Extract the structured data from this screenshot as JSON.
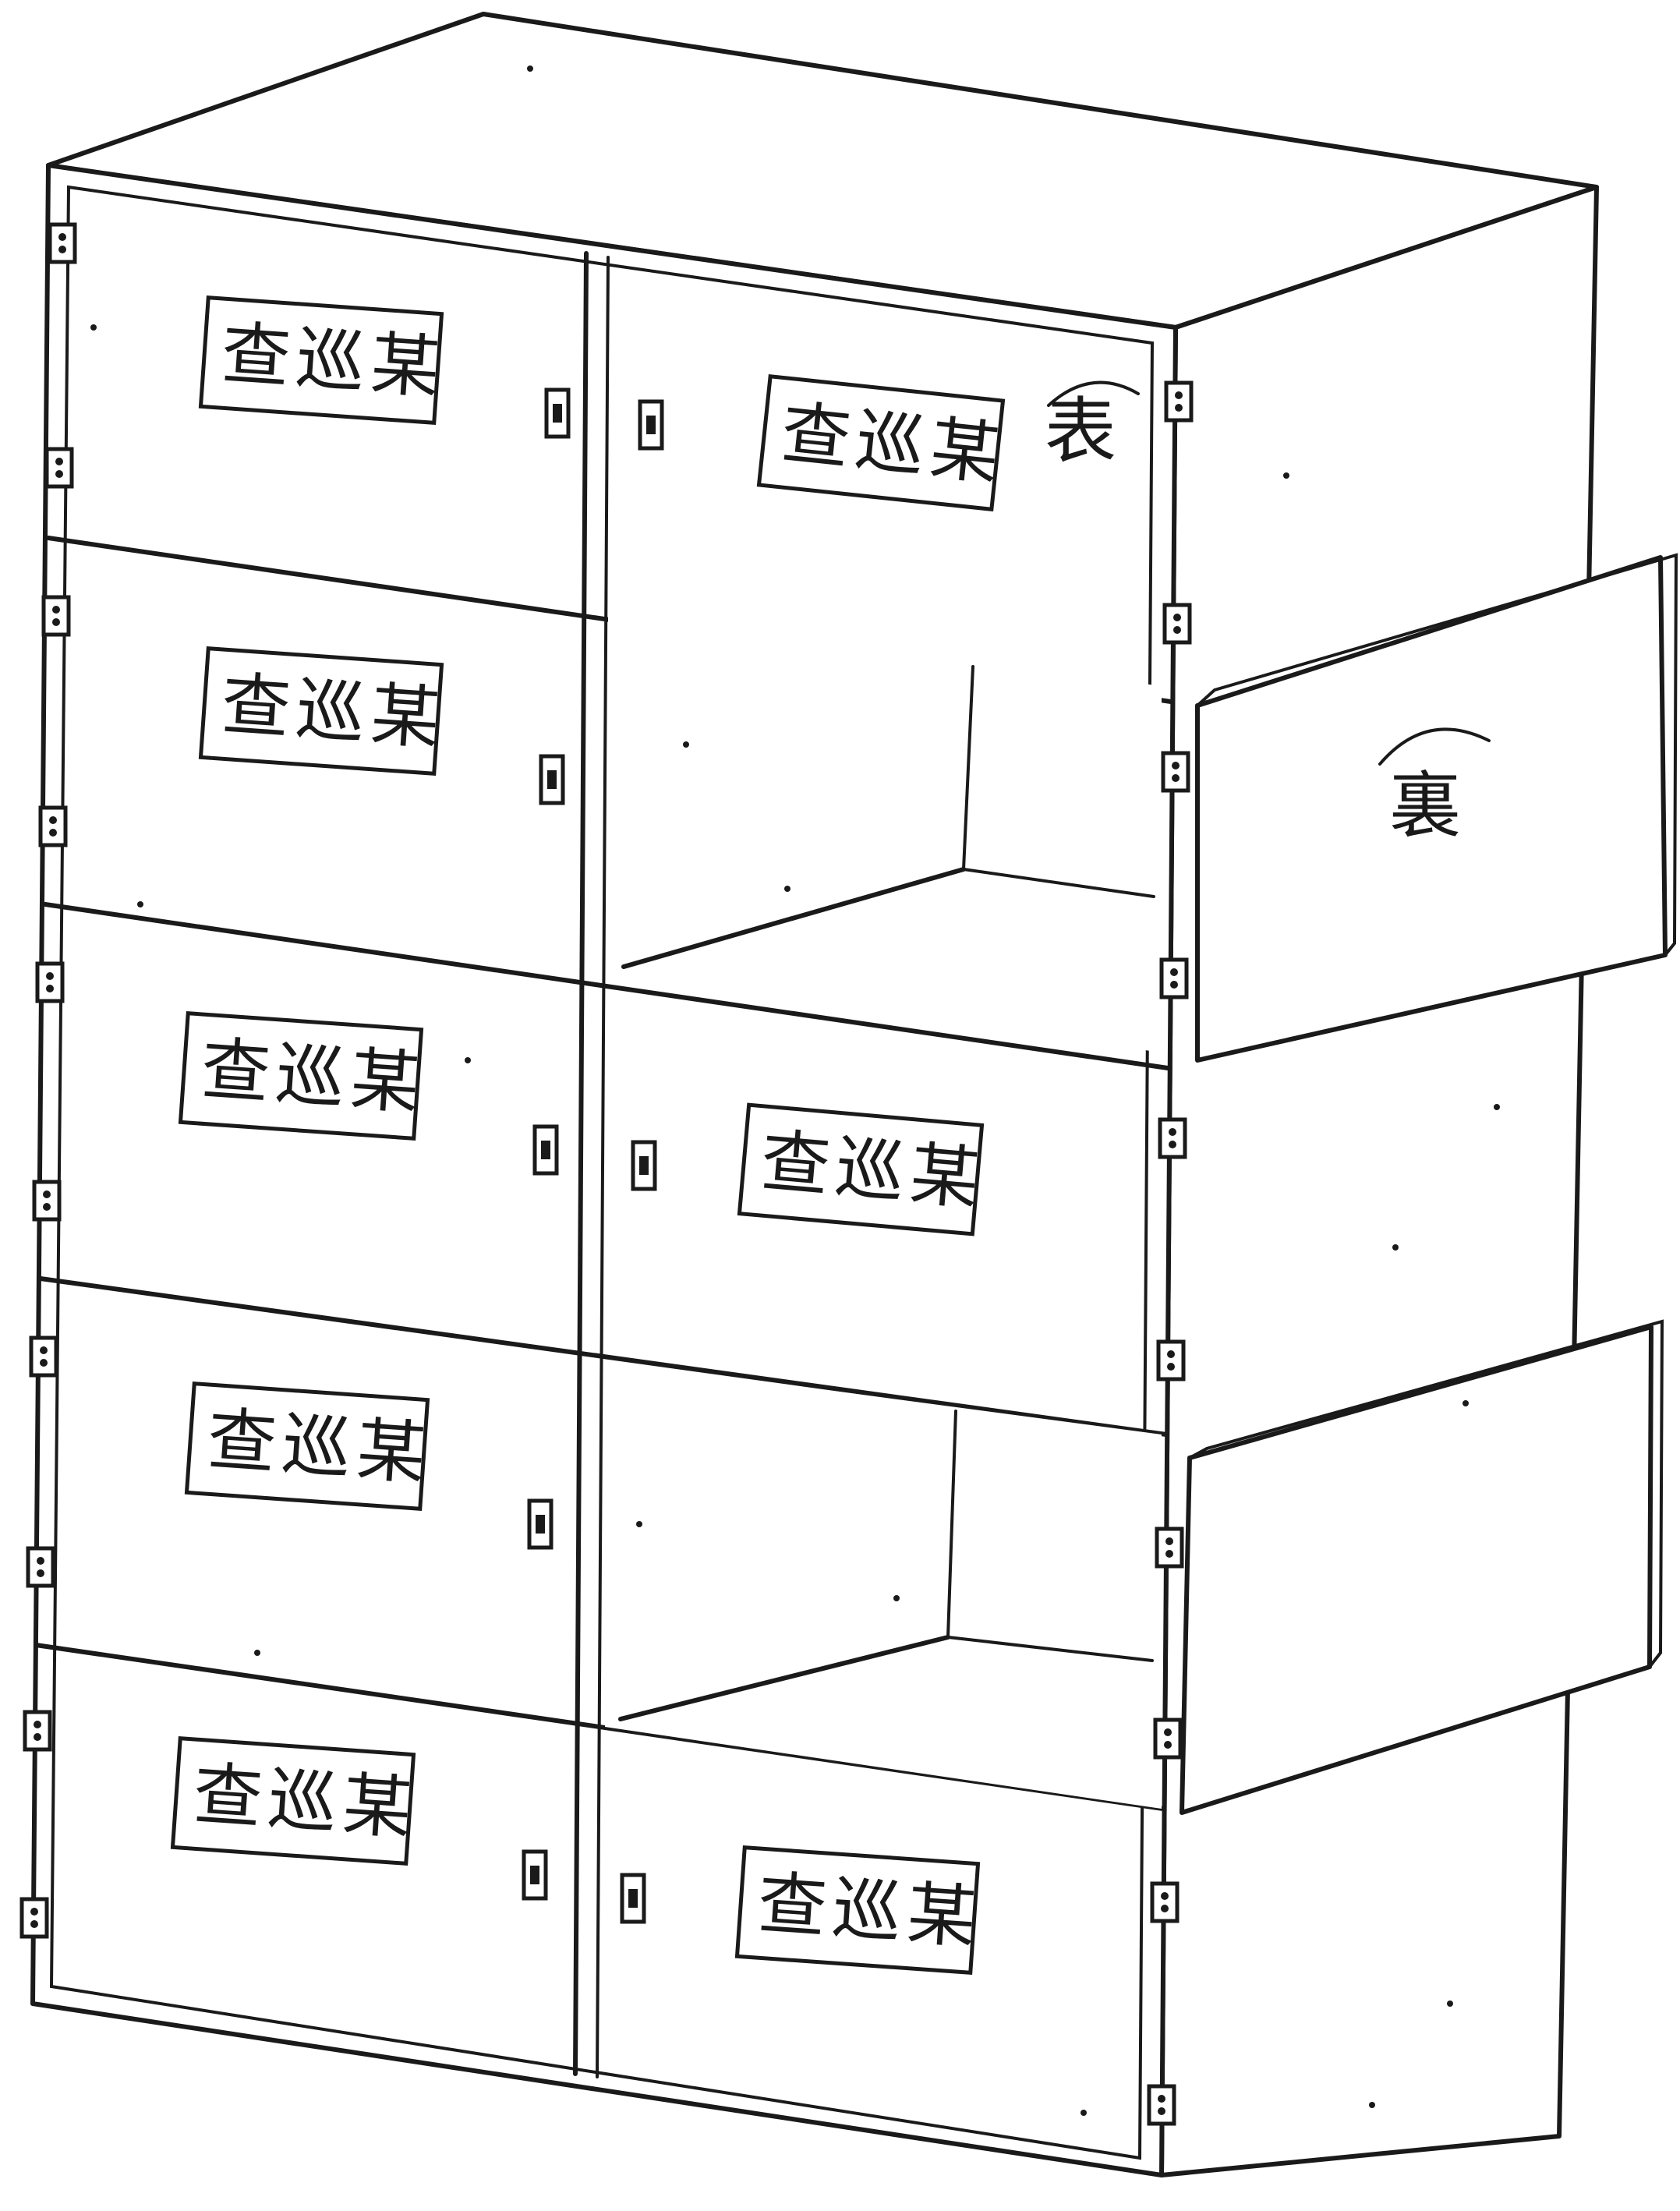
{
  "figure": {
    "door_label": "查巡某",
    "front_mark": "表",
    "back_mark": "裏"
  },
  "doors": [
    {
      "name": "door-left-row-1",
      "label": "查巡某"
    },
    {
      "name": "door-right-row-1",
      "label": "查巡某"
    },
    {
      "name": "door-left-row-2",
      "label": "查巡某"
    },
    {
      "name": "door-left-row-3",
      "label": "查巡某"
    },
    {
      "name": "door-right-row-3",
      "label": "查巡某"
    },
    {
      "name": "door-left-row-4",
      "label": "查巡某"
    },
    {
      "name": "door-left-row-5",
      "label": "查巡某"
    },
    {
      "name": "door-right-row-5",
      "label": "查巡某"
    }
  ],
  "colors": {
    "ink": "#1a1a1a",
    "paper": "#ffffff"
  }
}
